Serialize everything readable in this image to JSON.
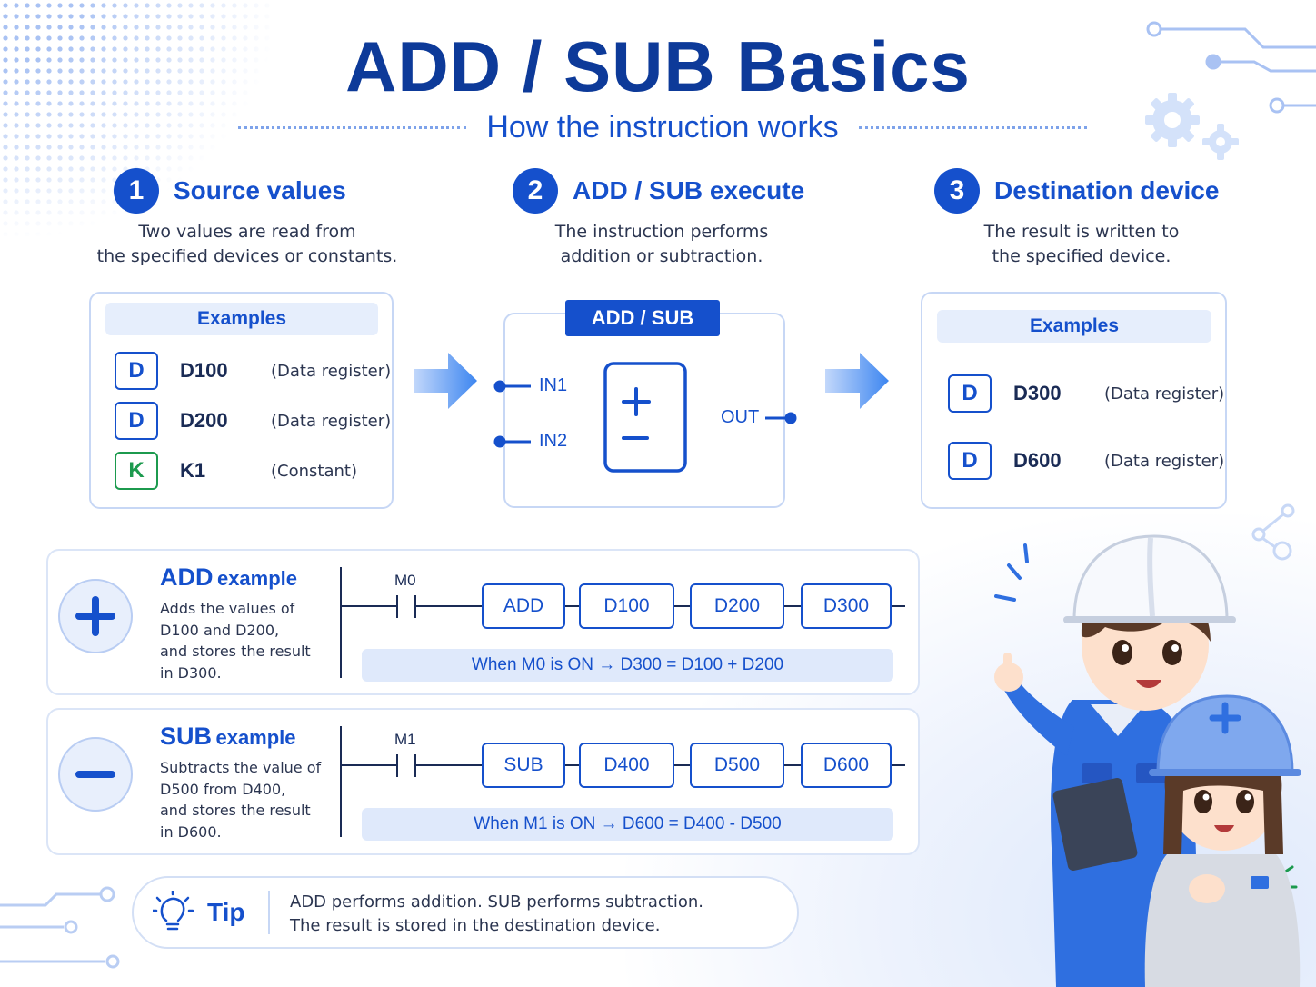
{
  "title": "ADD / SUB Basics",
  "subtitle": "How the instruction works",
  "steps": [
    {
      "num": "1",
      "title": "Source values",
      "desc_line1": "Two values are read from",
      "desc_line2": "the specified devices or constants."
    },
    {
      "num": "2",
      "title": "ADD / SUB execute",
      "desc_line1": "The instruction performs",
      "desc_line2": "addition or subtraction."
    },
    {
      "num": "3",
      "title": "Destination device",
      "desc_line1": "The result is written to",
      "desc_line2": "the specified device."
    }
  ],
  "source_examples": {
    "label": "Examples",
    "rows": [
      {
        "badge": "D",
        "name": "D100",
        "desc": "(Data register)"
      },
      {
        "badge": "D",
        "name": "D200",
        "desc": "(Data register)"
      },
      {
        "badge": "K",
        "name": "K1",
        "desc": "(Constant)"
      }
    ]
  },
  "operation": {
    "label": "ADD / SUB",
    "in1": "IN1",
    "in2": "IN2",
    "out": "OUT"
  },
  "dest_examples": {
    "label": "Examples",
    "rows": [
      {
        "badge": "D",
        "name": "D300",
        "desc": "(Data register)"
      },
      {
        "badge": "D",
        "name": "D600",
        "desc": "(Data register)"
      }
    ]
  },
  "add_example": {
    "title_big": "ADD",
    "title_small": "example",
    "lines": [
      "Adds the values of",
      "D100 and D200,",
      "and stores the result",
      "in D300."
    ],
    "contact": "M0",
    "boxes": [
      "ADD",
      "D100",
      "D200",
      "D300"
    ],
    "formula": "When M0 is ON  →  D300 = D100 + D200"
  },
  "sub_example": {
    "title_big": "SUB",
    "title_small": "example",
    "lines": [
      "Subtracts the value of",
      "D500 from D400,",
      "and stores the result",
      "in D600."
    ],
    "contact": "M1",
    "boxes": [
      "SUB",
      "D400",
      "D500",
      "D600"
    ],
    "formula": "When M1 is ON  →  D600 = D400 - D500"
  },
  "tip": {
    "label": "Tip",
    "line1": "ADD performs addition. SUB performs subtraction.",
    "line2": "The result is stored in the destination device."
  },
  "colors": {
    "primary": "#1550cc",
    "title": "#0d3a99",
    "constant": "#1c9a4e",
    "panel_bg": "#e6eefc"
  },
  "icons": [
    "plus-icon",
    "minus-icon",
    "lightbulb-icon",
    "arrow-right-icon",
    "gear-icon",
    "plus-minus-icon"
  ]
}
